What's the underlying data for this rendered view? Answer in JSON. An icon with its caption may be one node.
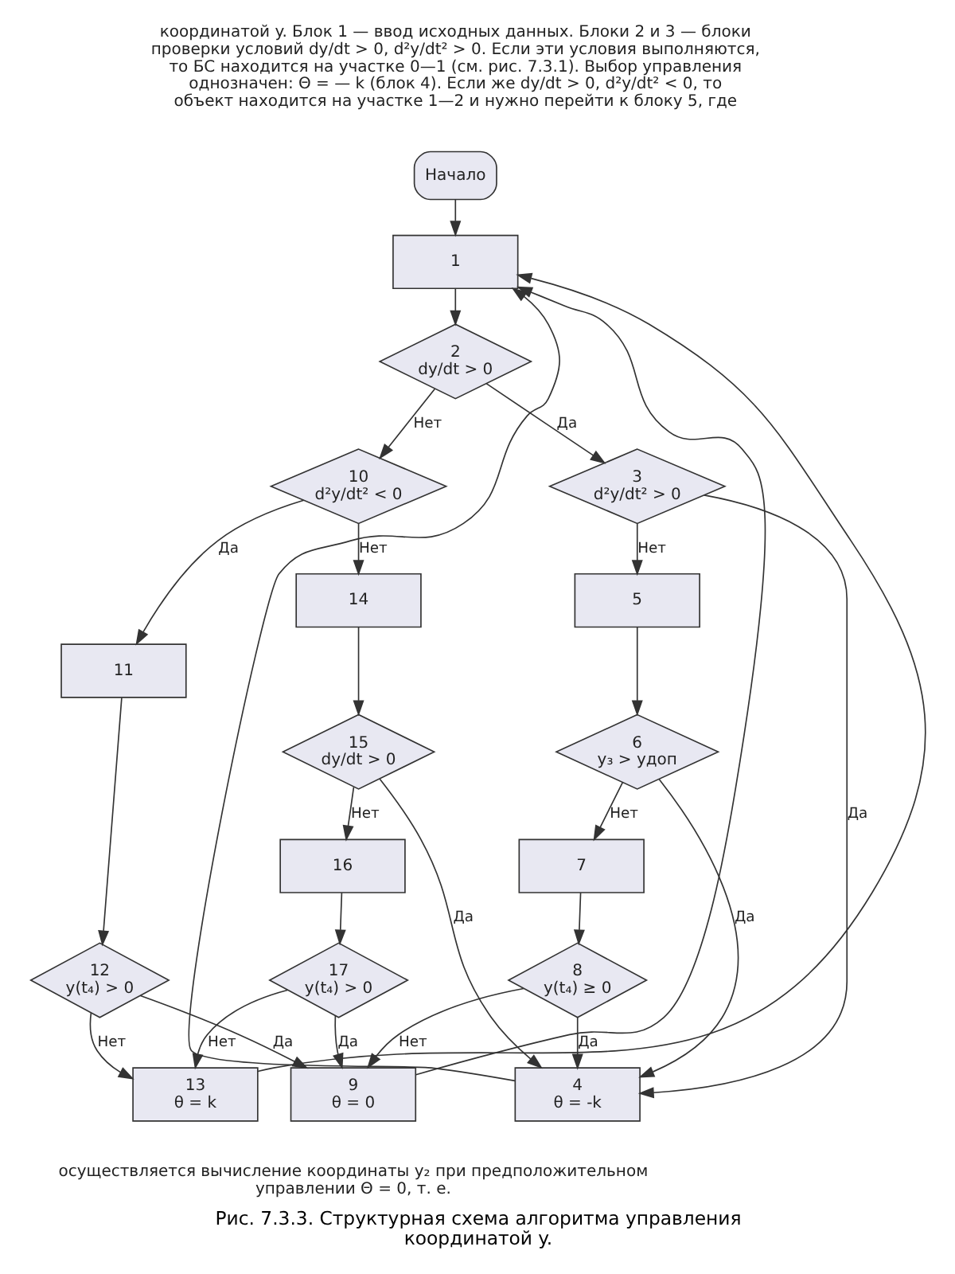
{
  "diagram": {
    "caption": "Рис. 7.3.3. Структурная схема алгоритма управления координатой y.",
    "nodes": [
      {
        "text": [
          "Начало"
        ]
      },
      {
        "text": [
          "1"
        ]
      },
      {
        "text": [
          "2",
          "dy/dt > 0"
        ]
      },
      {
        "text": [
          "3",
          "d²y/dt² > 0"
        ]
      },
      {
        "text": [
          "4",
          "θ = -k"
        ]
      },
      {
        "text": [
          "5"
        ]
      },
      {
        "text": [
          "6",
          "y₃ > yдоп"
        ]
      },
      {
        "text": [
          "7"
        ]
      },
      {
        "text": [
          "8",
          "y(t₄) ≥ 0"
        ]
      },
      {
        "text": [
          "9",
          "θ = 0"
        ]
      },
      {
        "text": [
          "10",
          "d²y/dt² < 0"
        ]
      },
      {
        "text": [
          "11"
        ]
      },
      {
        "text": [
          "12",
          "y(t₄) > 0"
        ]
      },
      {
        "text": [
          "13",
          "θ = k"
        ]
      },
      {
        "text": [
          "14"
        ]
      },
      {
        "text": [
          "15",
          "dy/dt > 0"
        ]
      },
      {
        "text": [
          "16"
        ]
      },
      {
        "text": [
          "17",
          "y(t₄) > 0"
        ]
      }
    ],
    "edges": [
      {
        "from": 0,
        "to": 1,
        "arrow": "to"
      },
      {
        "from": 1,
        "to": 2,
        "arrow": "to"
      },
      {
        "from": 2,
        "to": 3,
        "label": "Да",
        "arrow": "to"
      },
      {
        "from": 2,
        "to": 10,
        "label": "Нет",
        "arrow": "to"
      },
      {
        "from": 3,
        "to": 4,
        "label": "Да",
        "arrow": "to"
      },
      {
        "from": 3,
        "to": 5,
        "label": "Нет",
        "arrow": "to"
      },
      {
        "from": 5,
        "to": 6,
        "arrow": "to"
      },
      {
        "from": 6,
        "to": 4,
        "label": "Да",
        "arrow": "to"
      },
      {
        "from": 6,
        "to": 7,
        "label": "Нет",
        "arrow": "to"
      },
      {
        "from": 7,
        "to": 8,
        "arrow": "to"
      },
      {
        "from": 8,
        "to": 4,
        "label": "Да",
        "arrow": "to"
      },
      {
        "from": 8,
        "to": 9,
        "label": "Нет",
        "arrow": "to"
      },
      {
        "from": 10,
        "to": 11,
        "label": "Да",
        "arrow": "to"
      },
      {
        "from": 10,
        "to": 14,
        "label": "Нет",
        "arrow": "to"
      },
      {
        "from": 11,
        "to": 12,
        "arrow": "to"
      },
      {
        "from": 12,
        "to": 9,
        "label": "Да",
        "arrow": "to"
      },
      {
        "from": 12,
        "to": 13,
        "label": "Нет",
        "arrow": "to"
      },
      {
        "from": 14,
        "to": 15,
        "arrow": "to"
      },
      {
        "from": 15,
        "to": 4,
        "label": "Да",
        "arrow": "to"
      },
      {
        "from": 15,
        "to": 16,
        "label": "Нет",
        "arrow": "to"
      },
      {
        "from": 16,
        "to": 17,
        "arrow": "to"
      },
      {
        "from": 17,
        "to": 9,
        "label": "Да",
        "arrow": "to"
      },
      {
        "from": 17,
        "to": 13,
        "label": "Нет",
        "arrow": "to"
      },
      {
        "from": 4,
        "to": 1,
        "arrow": "to"
      },
      {
        "from": 9,
        "to": 1,
        "arrow": "to"
      },
      {
        "from": 13,
        "to": 1,
        "arrow": "to"
      }
    ],
    "labels": [
      "координатой y. Блок 1 — ввод исходных данных. Блоки 2 и 3 — блоки проверки условий dy/dt > 0, d²y/dt² > 0. Если эти условия выполняются, то БС находится на участке 0—1 (см. рис. 7.3.1). Выбор управления однозначен: Θ = — k (блок 4). Если же dy/dt > 0, d²y/dt² < 0, то объект находится на участке 1—2 и нужно перейти к блоку 5, где",
      "осуществляется вычисление координаты y₂ при предположительном управлении Θ = 0, т. е."
    ]
  }
}
